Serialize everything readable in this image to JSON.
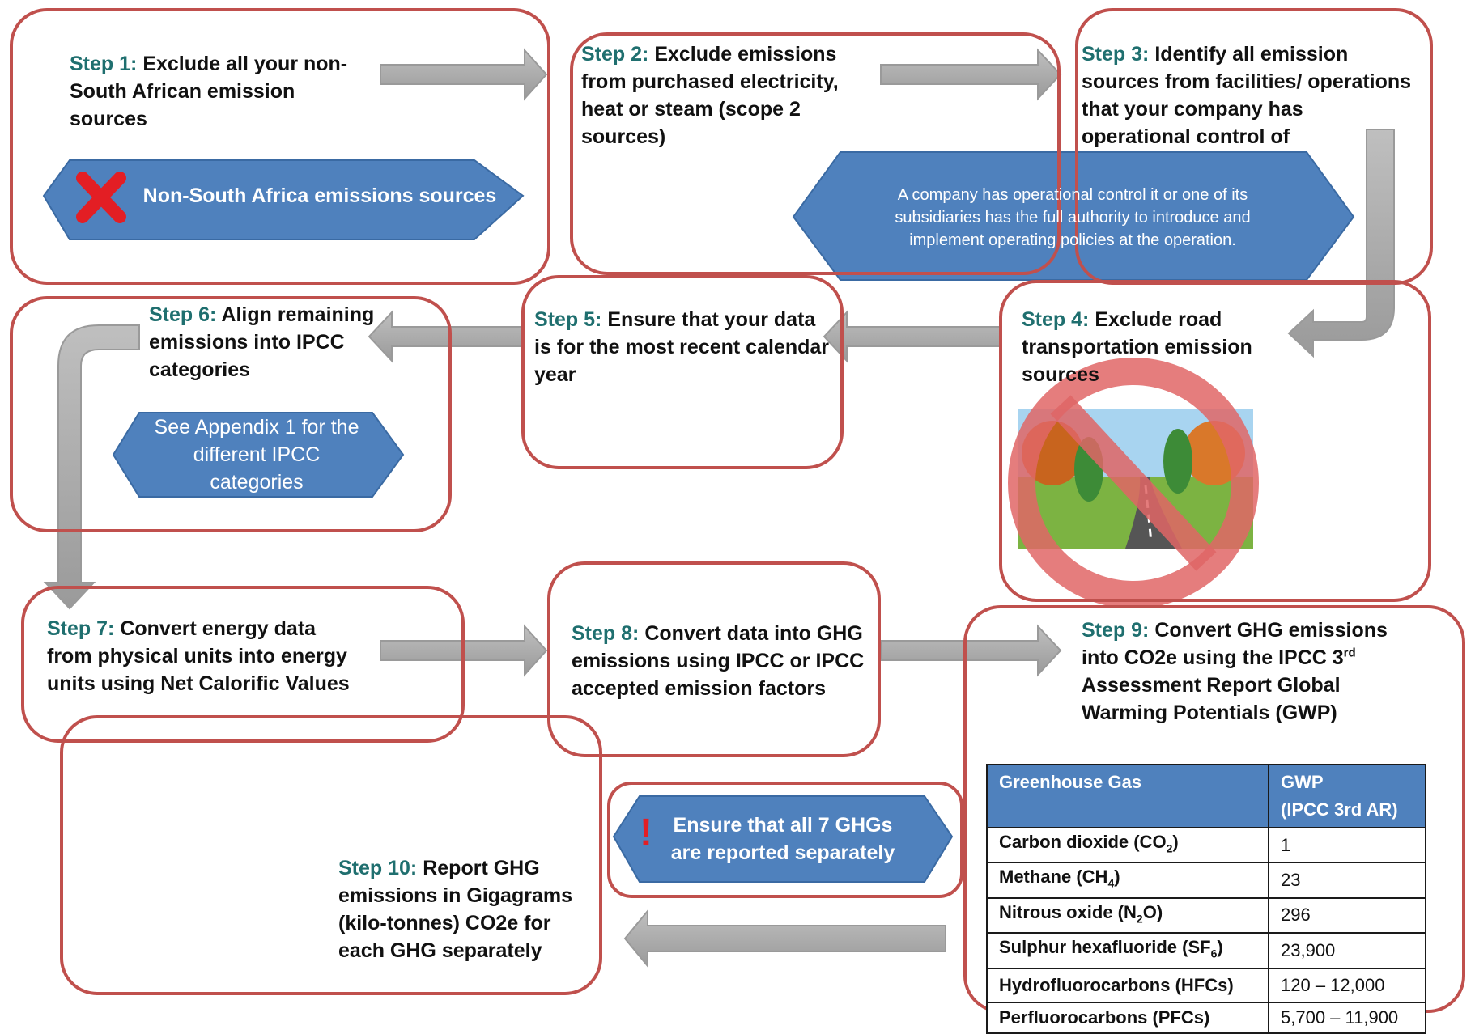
{
  "colors": {
    "box_border": "#c0504d",
    "arrow": "#a6a6a6",
    "hexagon": "#4f81bd",
    "step_label": "#1f6f6f",
    "alert": "#e31e24"
  },
  "steps": {
    "s1": {
      "label": "Step 1:",
      "text": "Exclude all your non-South African emission sources"
    },
    "s2": {
      "label": "Step 2:",
      "text": "Exclude emissions from purchased electricity, heat or steam (scope 2 sources)"
    },
    "s3": {
      "label": "Step 3:",
      "text": "Identify all emission sources from facilities/ operations that your company has operational control of"
    },
    "s4": {
      "label": "Step 4:",
      "text": "Exclude  road transportation emission sources"
    },
    "s5": {
      "label": "Step 5:",
      "text": "Ensure that your data is for the  most recent calendar year"
    },
    "s6": {
      "label": "Step 6:",
      "text": "Align remaining emissions into IPCC categories"
    },
    "s7": {
      "label": "Step 7:",
      "text": "Convert energy data from physical units into energy units using Net Calorific Values"
    },
    "s8": {
      "label": "Step 8:",
      "text": "Convert data into GHG emissions using  IPCC or IPCC accepted emission factors"
    },
    "s9": {
      "label": "Step 9:",
      "text_a": "Convert GHG emissions into CO2e using the IPCC 3",
      "sup": "rd",
      "text_b": " Assessment Report Global Warming Potentials (GWP)"
    },
    "s10": {
      "label": "Step 10:",
      "text": "Report GHG emissions in Gigagrams (kilo-tonnes) CO2e for each GHG separately"
    }
  },
  "hexagons": {
    "non_sa": "Non-South Africa emissions sources",
    "operational_control": "A company has operational control it or one of its subsidiaries has the full authority to introduce and implement operating policies at the operation.",
    "appendix": "See Appendix 1 for the different IPCC categories",
    "seven_ghgs": "Ensure that all 7 GHGs are reported separately"
  },
  "alert_mark": "!",
  "icons": {
    "exclude": "red-x-icon",
    "no_road": "no-road-transport-icon",
    "alert": "exclamation-icon"
  },
  "gwp_table": {
    "header_gas": "Greenhouse Gas",
    "header_gwp": "GWP",
    "header_gwp_sub": "(IPCC 3rd AR)",
    "rows": [
      {
        "gas": "Carbon dioxide (CO",
        "sub": "2",
        "tail": ")",
        "gwp": "1"
      },
      {
        "gas": "Methane (CH",
        "sub": "4",
        "tail": ")",
        "gwp": "23"
      },
      {
        "gas": "Nitrous oxide (N",
        "sub": "2",
        "tail": "O)",
        "gwp": "296"
      },
      {
        "gas": "Sulphur hexafluoride (SF",
        "sub": "6",
        "tail": ")",
        "gwp": "23,900"
      },
      {
        "gas": "Hydrofluorocarbons (HFCs)",
        "sub": "",
        "tail": "",
        "gwp": "120 – 12,000"
      },
      {
        "gas": "Perfluorocarbons (PFCs)",
        "sub": "",
        "tail": "",
        "gwp": "5,700 – 11,900"
      }
    ]
  }
}
